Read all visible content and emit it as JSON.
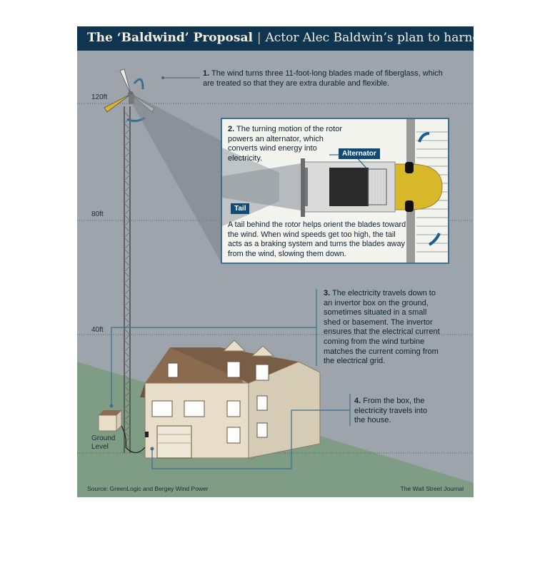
{
  "title": {
    "main": "The ‘Baldwind’ Proposal",
    "separator": "|",
    "subtitle": "Actor Alec Baldwin’s plan to harness wind"
  },
  "heights": [
    "120ft",
    "80ft",
    "40ft"
  ],
  "ground_label": "Ground Level",
  "step1": {
    "number": "1.",
    "text": "The wind turns three 11-foot-long blades made of fiberglass, which are treated so that they are extra durable and flexible."
  },
  "step2": {
    "number": "2.",
    "text": "The turning motion of the rotor powers an alternator, which converts wind energy into electricity.",
    "alternator_label": "Alternator",
    "tail_label": "Tail",
    "tail_text": "A tail behind the rotor helps orient the blades toward the wind. When wind speeds get too high, the tail acts as a braking system and turns the blades away from the wind, slowing them down."
  },
  "step3": {
    "number": "3.",
    "text": "The electricity travels down to an invertor box on the ground, sometimes situated in a small shed or basement. The invertor ensures that the electrical current coming from the wind turbine matches the current coming from the electrical grid."
  },
  "step4": {
    "number": "4.",
    "text": "From the box, the electricity travels into the house."
  },
  "source": "Source: GreenLogic and Bergey Wind Power",
  "credit": "The Wall Street Journal",
  "colors": {
    "title_bg": "#0f3551",
    "sky": "#9ea4ab",
    "ground": "#7f9c85",
    "accent": "#0f4b74",
    "rotor": "#d9b72a"
  }
}
